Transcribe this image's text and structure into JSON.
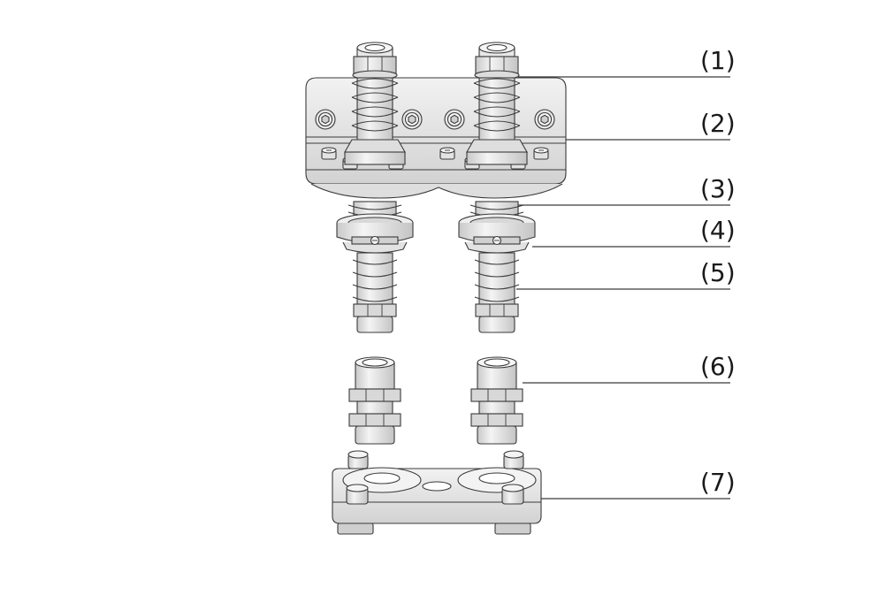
{
  "callouts": [
    {
      "id": "1",
      "label": "(1)"
    },
    {
      "id": "2",
      "label": "(2)"
    },
    {
      "id": "3",
      "label": "(3)"
    },
    {
      "id": "4",
      "label": "(4)"
    },
    {
      "id": "5",
      "label": "(5)"
    },
    {
      "id": "6",
      "label": "(6)"
    },
    {
      "id": "7",
      "label": "(7)"
    }
  ],
  "colors": {
    "line": "#3a3a3a",
    "face_light": "#ececec",
    "face_mid": "#d6d6d6",
    "face_dark": "#bdbdbd",
    "background": "#ffffff"
  }
}
